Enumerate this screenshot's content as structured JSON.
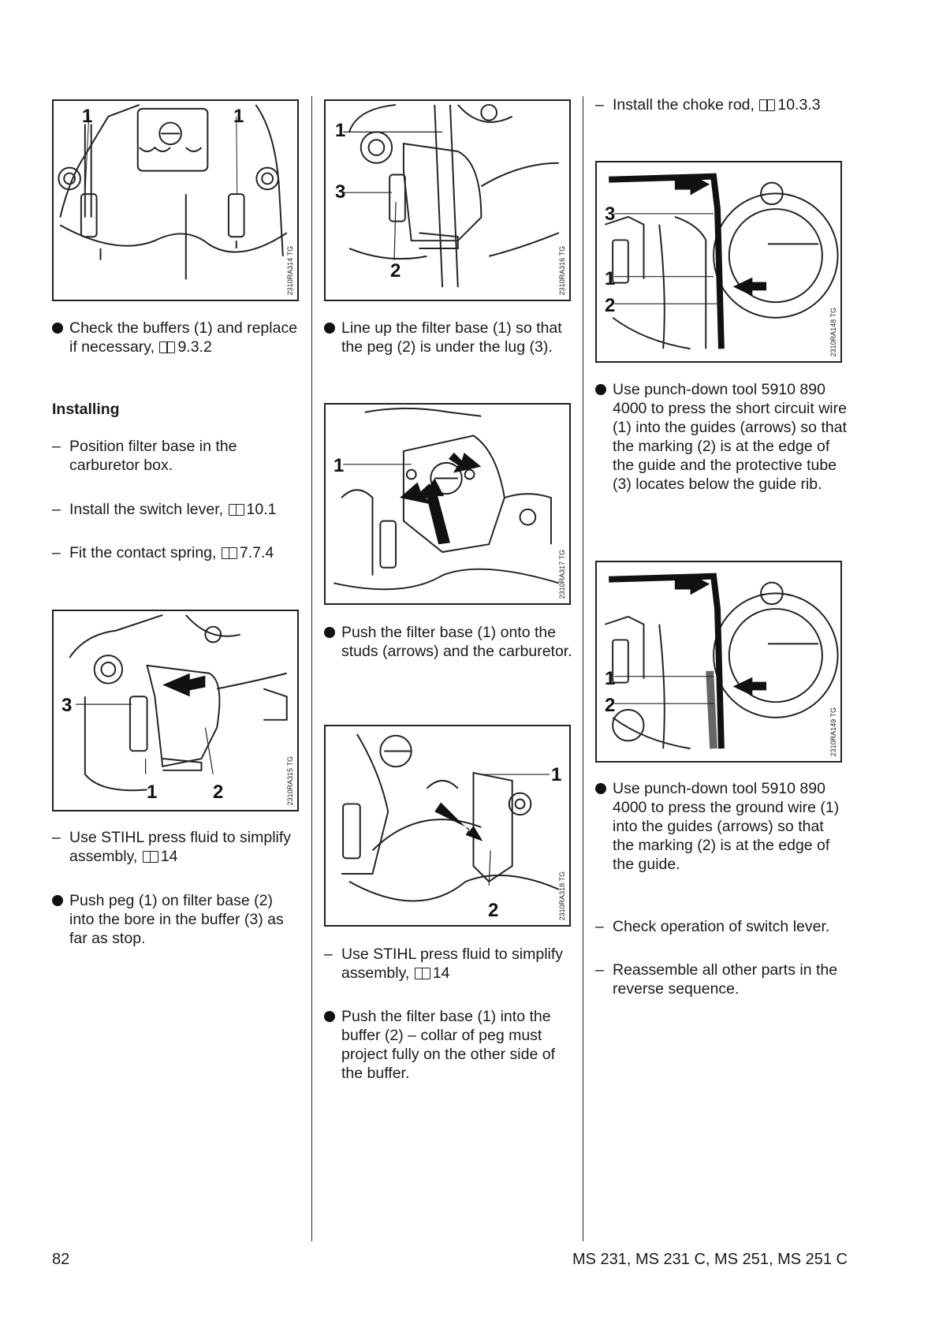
{
  "footer": {
    "page_number": "82",
    "model_list": "MS 231, MS 231 C, MS 251, MS 251 C"
  },
  "figures": {
    "fig1": {
      "code": "2310RA314 TG",
      "callouts": [
        "1",
        "1"
      ]
    },
    "fig2": {
      "code": "2310RA315 TG",
      "callouts": [
        "3",
        "1",
        "2"
      ]
    },
    "fig3": {
      "code": "2310RA316 TG",
      "callouts": [
        "1",
        "3",
        "2"
      ]
    },
    "fig4": {
      "code": "2310RA317 TG",
      "callouts": [
        "1"
      ]
    },
    "fig5": {
      "code": "2310RA318 TG",
      "callouts": [
        "1",
        "2"
      ]
    },
    "fig6": {
      "code": "2310RA148 TG",
      "callouts": [
        "3",
        "1",
        "2"
      ]
    },
    "fig7": {
      "code": "2310RA149 TG",
      "callouts": [
        "1",
        "2"
      ]
    }
  },
  "col1": {
    "check_buffers": {
      "text": "Check the buffers (1) and replace if necessary,",
      "ref": "9.3.2"
    },
    "installing_heading": "Installing",
    "position_filter": "Position filter base in the carburetor box.",
    "install_switch": {
      "text": "Install the switch lever,",
      "ref": "10.1"
    },
    "fit_spring": {
      "text": "Fit the contact spring,",
      "ref": "7.7.4"
    },
    "press_fluid": {
      "text": "Use STIHL press fluid to simplify assembly,",
      "ref": "14"
    },
    "push_peg": "Push peg (1) on filter base (2) into the bore in the buffer (3) as far as stop."
  },
  "col2": {
    "line_up": "Line up the filter base (1) so that the peg (2) is under the lug (3).",
    "push_onto_studs": "Push the filter base (1) onto the studs (arrows) and the carburetor.",
    "press_fluid": {
      "text": "Use STIHL press fluid to simplify assembly,",
      "ref": "14"
    },
    "push_into_buffer": "Push the filter base (1) into the buffer (2) – collar of peg must project fully on the other side of the buffer."
  },
  "col3": {
    "install_choke": {
      "text": "Install the choke rod,",
      "ref": "10.3.3"
    },
    "short_circuit": "Use punch-down tool 5910 890 4000 to press the short circuit wire (1) into the guides (arrows) so that the marking (2) is at the edge of the guide and the protective tube (3) locates below the guide rib.",
    "ground_wire": "Use punch-down tool 5910 890 4000 to press the ground wire (1) into the guides (arrows) so that the marking (2) is at the edge of the guide.",
    "check_switch": "Check operation of switch lever.",
    "reassemble": "Reassemble all other parts in the reverse sequence."
  }
}
